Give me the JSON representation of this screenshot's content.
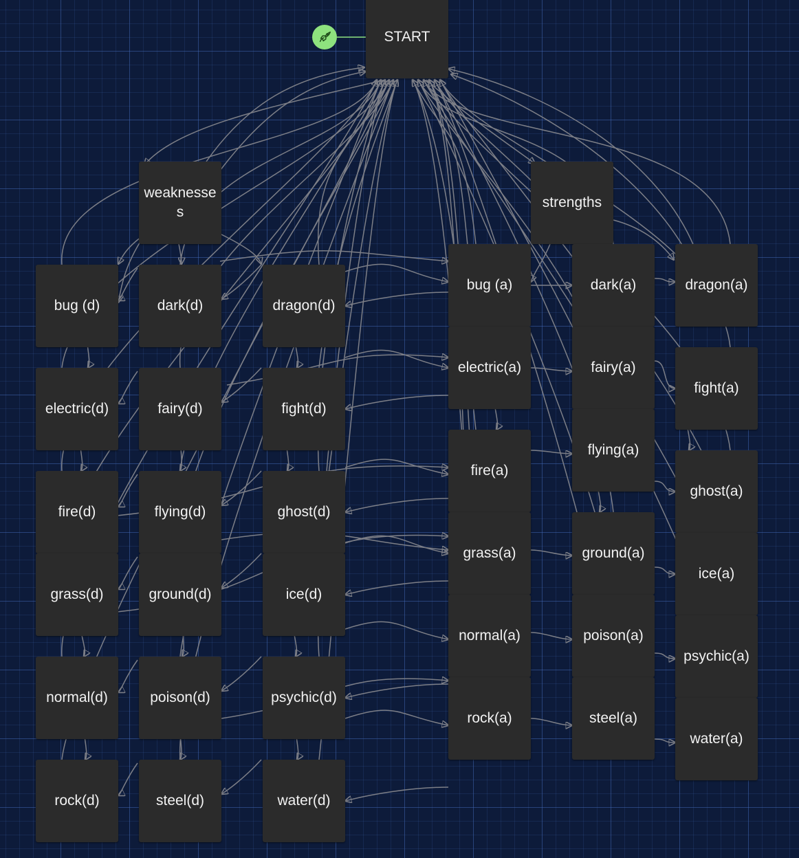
{
  "start": {
    "label": "START",
    "icon": "rocket-icon",
    "icon_color": "#8ee27e"
  },
  "groups": {
    "weaknesses": "weaknesses",
    "strengths": "strengths"
  },
  "defense_nodes": {
    "bug": "bug (d)",
    "dark": "dark(d)",
    "dragon": "dragon(d)",
    "electric": "electric(d)",
    "fairy": "fairy(d)",
    "fight": "fight(d)",
    "fire": "fire(d)",
    "flying": "flying(d)",
    "ghost": "ghost(d)",
    "grass": "grass(d)",
    "ground": "ground(d)",
    "ice": "ice(d)",
    "normal": "normal(d)",
    "poison": "poison(d)",
    "psychic": "psychic(d)",
    "rock": "rock(d)",
    "steel": "steel(d)",
    "water": "water(d)"
  },
  "attack_nodes": {
    "bug": "bug (a)",
    "dark": "dark(a)",
    "dragon": "dragon(a)",
    "electric": "electric(a)",
    "fairy": "fairy(a)",
    "fight": "fight(a)",
    "fire": "fire(a)",
    "flying": "flying(a)",
    "ghost": "ghost(a)",
    "grass": "grass(a)",
    "ground": "ground(a)",
    "ice": "ice(a)",
    "normal": "normal(a)",
    "poison": "poison(a)",
    "psychic": "psychic(a)",
    "rock": "rock(a)",
    "steel": "steel(a)",
    "water": "water(a)"
  },
  "colors": {
    "background": "#0d1b3a",
    "node": "#2b2b2b",
    "edge": "#7d7f87",
    "text": "#f2f2f2"
  }
}
